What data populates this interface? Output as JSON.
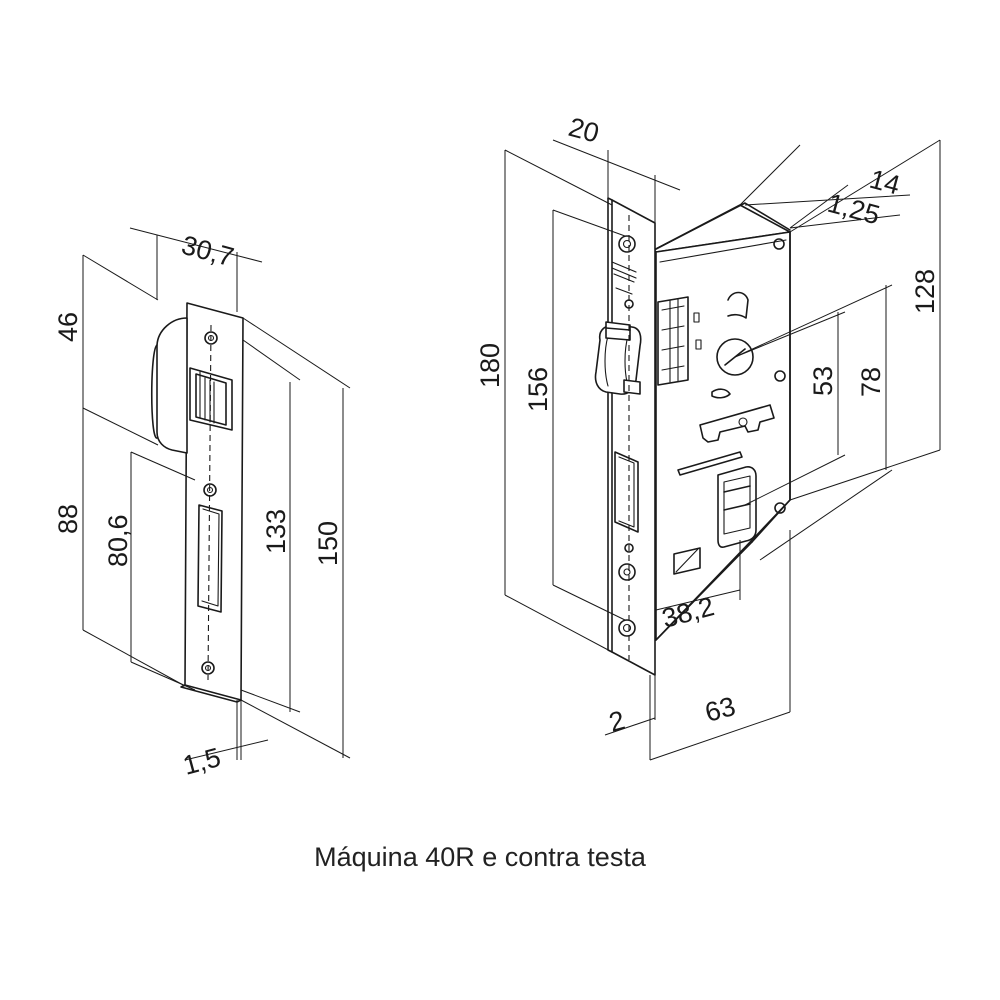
{
  "caption": "Máquina 40R e contra testa",
  "strike_plate": {
    "dims": {
      "width": "30,7",
      "upper": "46",
      "lower": "88",
      "lower_inner": "80,6",
      "hole_span": "133",
      "height": "150",
      "thickness": "1,5"
    }
  },
  "lock_body": {
    "dims": {
      "faceplate_width": "20",
      "faceplate_height": "180",
      "inner_height": "156",
      "depth_a": "14",
      "depth_b": "1,25",
      "body_height": "128",
      "spindle_to_cylinder": "53",
      "spindle_offset": "78",
      "backset": "38,2",
      "faceplate_thickness": "2",
      "case_depth": "63"
    }
  }
}
